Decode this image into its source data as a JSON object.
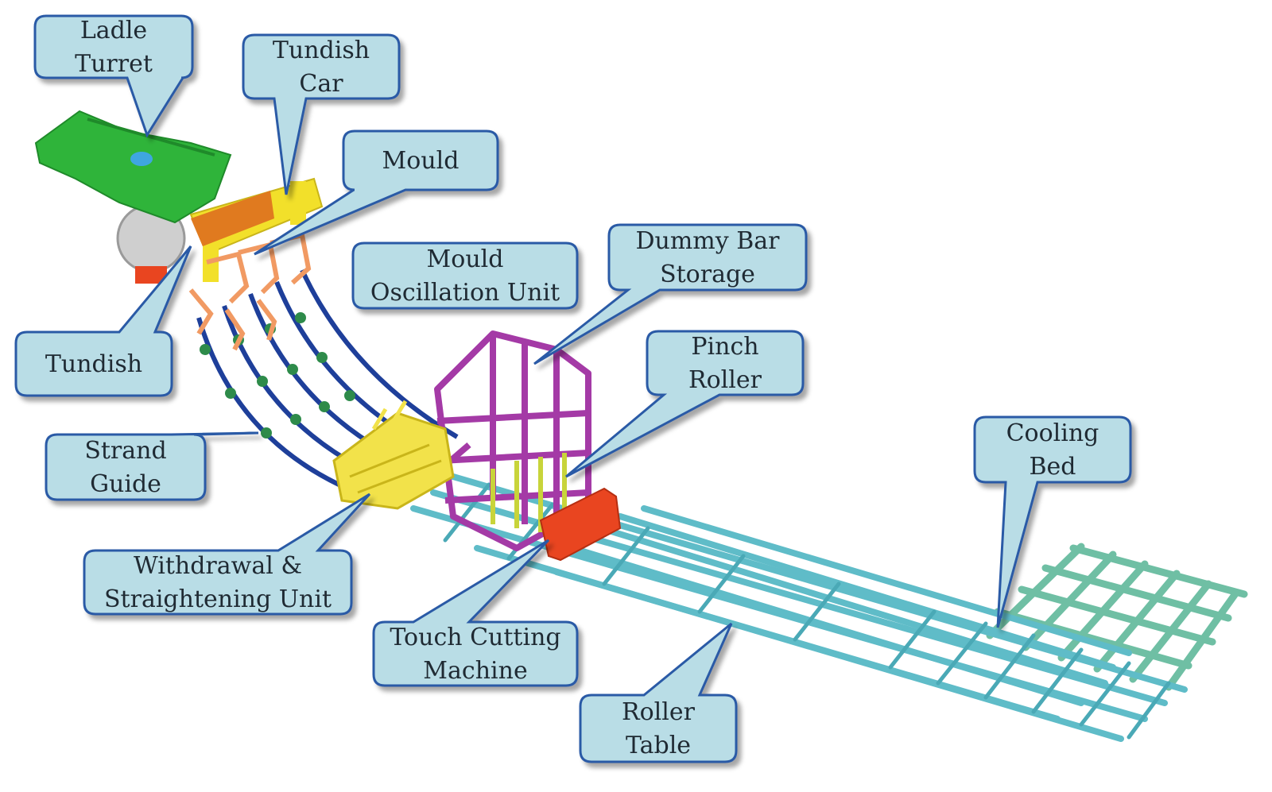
{
  "callouts": [
    {
      "id": "ladle-turret",
      "lines": [
        "Ladle",
        "Turret"
      ]
    },
    {
      "id": "tundish-car",
      "lines": [
        "Tundish",
        "Car"
      ]
    },
    {
      "id": "mould",
      "lines": [
        "Mould"
      ]
    },
    {
      "id": "mould-oscillation-unit",
      "lines": [
        "Mould",
        "Oscillation Unit"
      ]
    },
    {
      "id": "dummy-bar-storage",
      "lines": [
        "Dummy Bar",
        "Storage"
      ]
    },
    {
      "id": "tundish",
      "lines": [
        "Tundish"
      ]
    },
    {
      "id": "pinch-roller",
      "lines": [
        "Pinch",
        "Roller"
      ]
    },
    {
      "id": "strand-guide",
      "lines": [
        "Strand",
        "Guide"
      ]
    },
    {
      "id": "cooling-bed",
      "lines": [
        "Cooling",
        "Bed"
      ]
    },
    {
      "id": "withdrawal-straightening-unit",
      "lines": [
        "Withdrawal &",
        "Straightening Unit"
      ]
    },
    {
      "id": "touch-cutting-machine",
      "lines": [
        "Touch Cutting",
        "Machine"
      ]
    },
    {
      "id": "roller-table",
      "lines": [
        "Roller",
        "Table"
      ]
    }
  ],
  "colors": {
    "callout_fill": "#b9dde6",
    "callout_border": "#2a5aa6",
    "ladle_turret": "#2fb43a",
    "tundish_car": "#f2e02a",
    "tundish": "#e07a1f",
    "mould": "#f19a63",
    "strand_guide": "#1e3f9a",
    "dummy_bar_storage": "#a43aa6",
    "withdrawal_unit": "#f2e24a",
    "cutting_machine": "#e94520",
    "roller_table": "#5fbcc8",
    "cooling_bed": "#6fbfa4"
  }
}
